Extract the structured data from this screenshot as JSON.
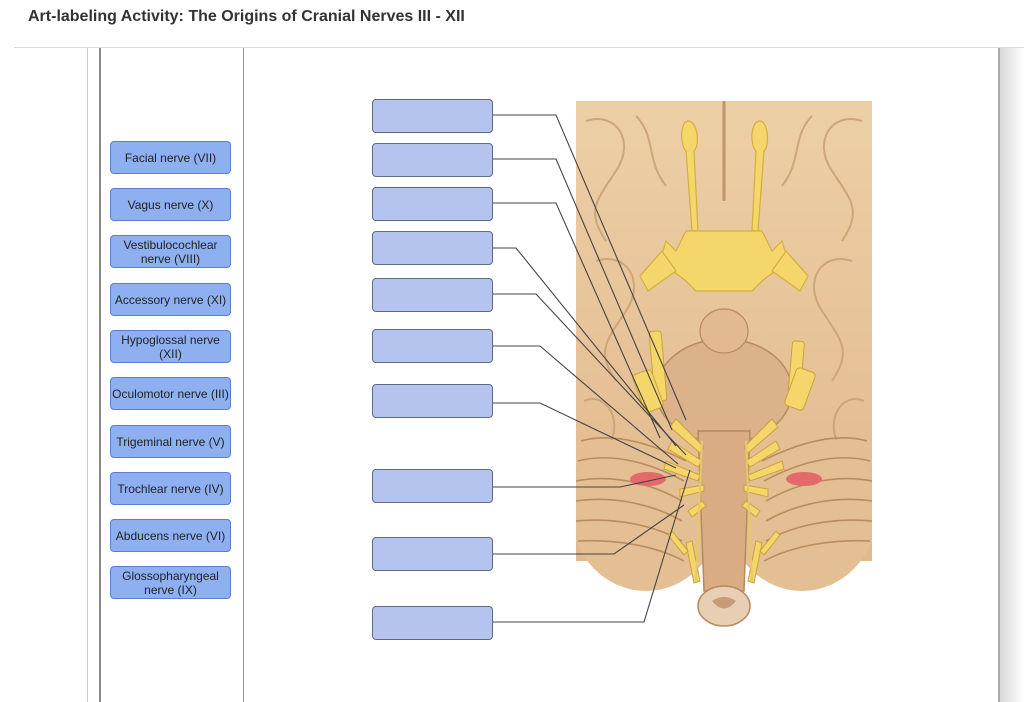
{
  "header": {
    "title": "Art-labeling Activity: The Origins of Cranial Nerves III - XII"
  },
  "label_bank": [
    {
      "name": "facial",
      "label": "Facial nerve (VII)"
    },
    {
      "name": "vagus",
      "label": "Vagus nerve (X)"
    },
    {
      "name": "vestibulocochlear",
      "label": "Vestibulocochlear nerve (VIII)"
    },
    {
      "name": "accessory",
      "label": "Accessory nerve (XI)"
    },
    {
      "name": "hypoglossal",
      "label": "Hypoglossal nerve (XII)"
    },
    {
      "name": "oculomotor",
      "label": "Oculomotor nerve (III)"
    },
    {
      "name": "trigeminal",
      "label": "Trigeminal nerve (V)"
    },
    {
      "name": "trochlear",
      "label": "Trochlear nerve (IV)"
    },
    {
      "name": "abducens",
      "label": "Abducens nerve (VI)"
    },
    {
      "name": "glossopharyngeal",
      "label": "Glossopharyngeal nerve (IX)"
    }
  ],
  "drop_targets": [
    {
      "value": ""
    },
    {
      "value": ""
    },
    {
      "value": ""
    },
    {
      "value": ""
    },
    {
      "value": ""
    },
    {
      "value": ""
    },
    {
      "value": ""
    },
    {
      "value": ""
    },
    {
      "value": ""
    },
    {
      "value": ""
    }
  ],
  "colors": {
    "chip_fill": "#8fb0f0",
    "target_fill": "#b4c4ee",
    "nerve_yellow": "#f5d66a",
    "brain_tan": "#e7c49a"
  }
}
